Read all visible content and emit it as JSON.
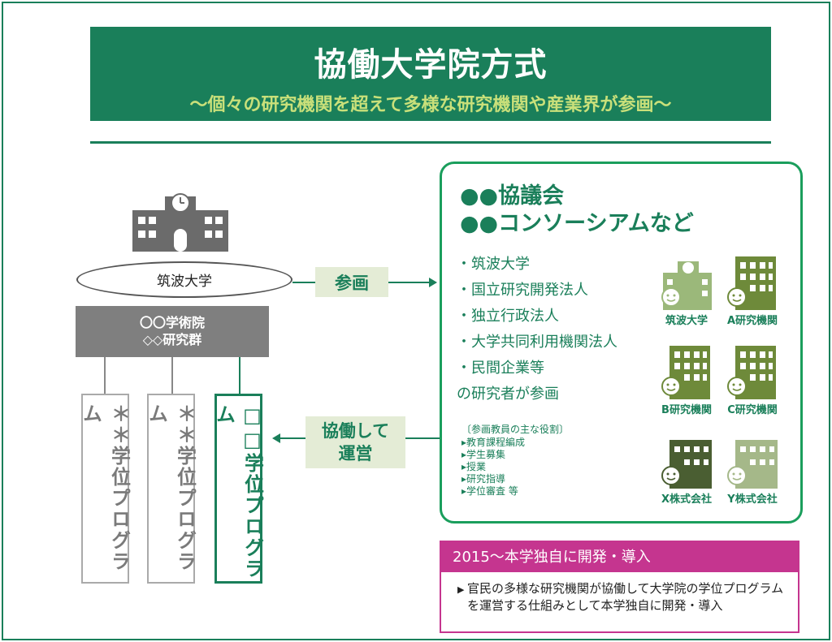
{
  "title": {
    "main": "協働大学院方式",
    "subtitle": "〜個々の研究機関を超えて多様な研究機関や産業界が参画〜"
  },
  "university": {
    "name": "筑波大学",
    "institute_line1": "〇〇学術院",
    "institute_line2": "◇◇研究群"
  },
  "programs": [
    {
      "label": "＊＊学位プログラム"
    },
    {
      "label": "＊＊学位プログラム"
    },
    {
      "label": "□□学位プログラム"
    }
  ],
  "arrows": {
    "participate": "参画",
    "collaborate_line1": "協働して",
    "collaborate_line2": "運営"
  },
  "consortium": {
    "title_line1": "●●協議会",
    "title_line2": "●●コンソーシアムなど",
    "members": [
      "・筑波大学",
      "・国立研究開発法人",
      "・独立行政法人",
      "・大学共同利用機関法人",
      "・民間企業等"
    ],
    "members_footer": "の研究者が参画",
    "roles_title": "〔参画教員の主な役割〕",
    "roles": [
      "▸教育課程編成",
      "▸学生募集",
      "▸授業",
      "▸研究指導",
      "▸学位審査 等"
    ],
    "institutions": [
      {
        "label": "筑波大学"
      },
      {
        "label": "A研究機関"
      },
      {
        "label": "B研究機関"
      },
      {
        "label": "C研究機関"
      },
      {
        "label": "X株式会社"
      },
      {
        "label": "Y株式会社"
      }
    ]
  },
  "info": {
    "header": "2015〜本学独自に開発・導入",
    "bullet": "▶",
    "text": "官民の多様な研究機関が協働して大学院の学位プログラムを運営する仕組みとして本学独自に開発・導入"
  },
  "colors": {
    "brand_green": "#1a7f5a",
    "light_green": "#8aaa5a",
    "gray": "#7f7f7f",
    "magenta": "#c5358f"
  },
  "icons": {
    "university_building": "school-building-clock-icon",
    "institution": "office-building-icon",
    "researcher": "smiley-person-icon"
  }
}
